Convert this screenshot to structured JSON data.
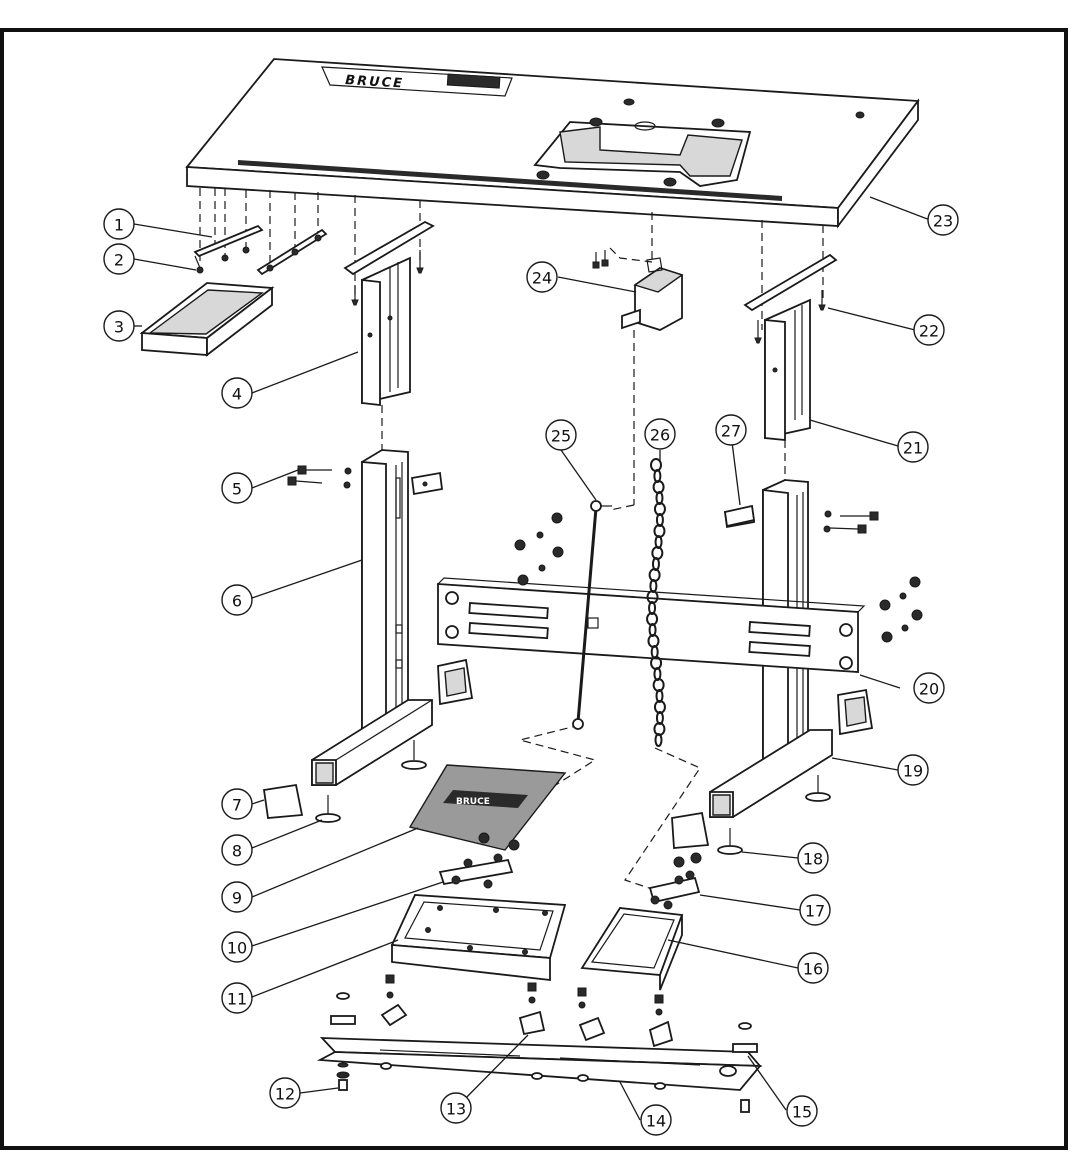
{
  "diagram": {
    "brand_top": "BRUCE",
    "brand_mat": "BRUCE",
    "callouts": [
      {
        "num": "1"
      },
      {
        "num": "2"
      },
      {
        "num": "3"
      },
      {
        "num": "4"
      },
      {
        "num": "5"
      },
      {
        "num": "6"
      },
      {
        "num": "7"
      },
      {
        "num": "8"
      },
      {
        "num": "9"
      },
      {
        "num": "10"
      },
      {
        "num": "11"
      },
      {
        "num": "12"
      },
      {
        "num": "13"
      },
      {
        "num": "14"
      },
      {
        "num": "15"
      },
      {
        "num": "16"
      },
      {
        "num": "17"
      },
      {
        "num": "18"
      },
      {
        "num": "19"
      },
      {
        "num": "20"
      },
      {
        "num": "21"
      },
      {
        "num": "22"
      },
      {
        "num": "23"
      },
      {
        "num": "24"
      },
      {
        "num": "25"
      },
      {
        "num": "26"
      },
      {
        "num": "27"
      }
    ]
  }
}
